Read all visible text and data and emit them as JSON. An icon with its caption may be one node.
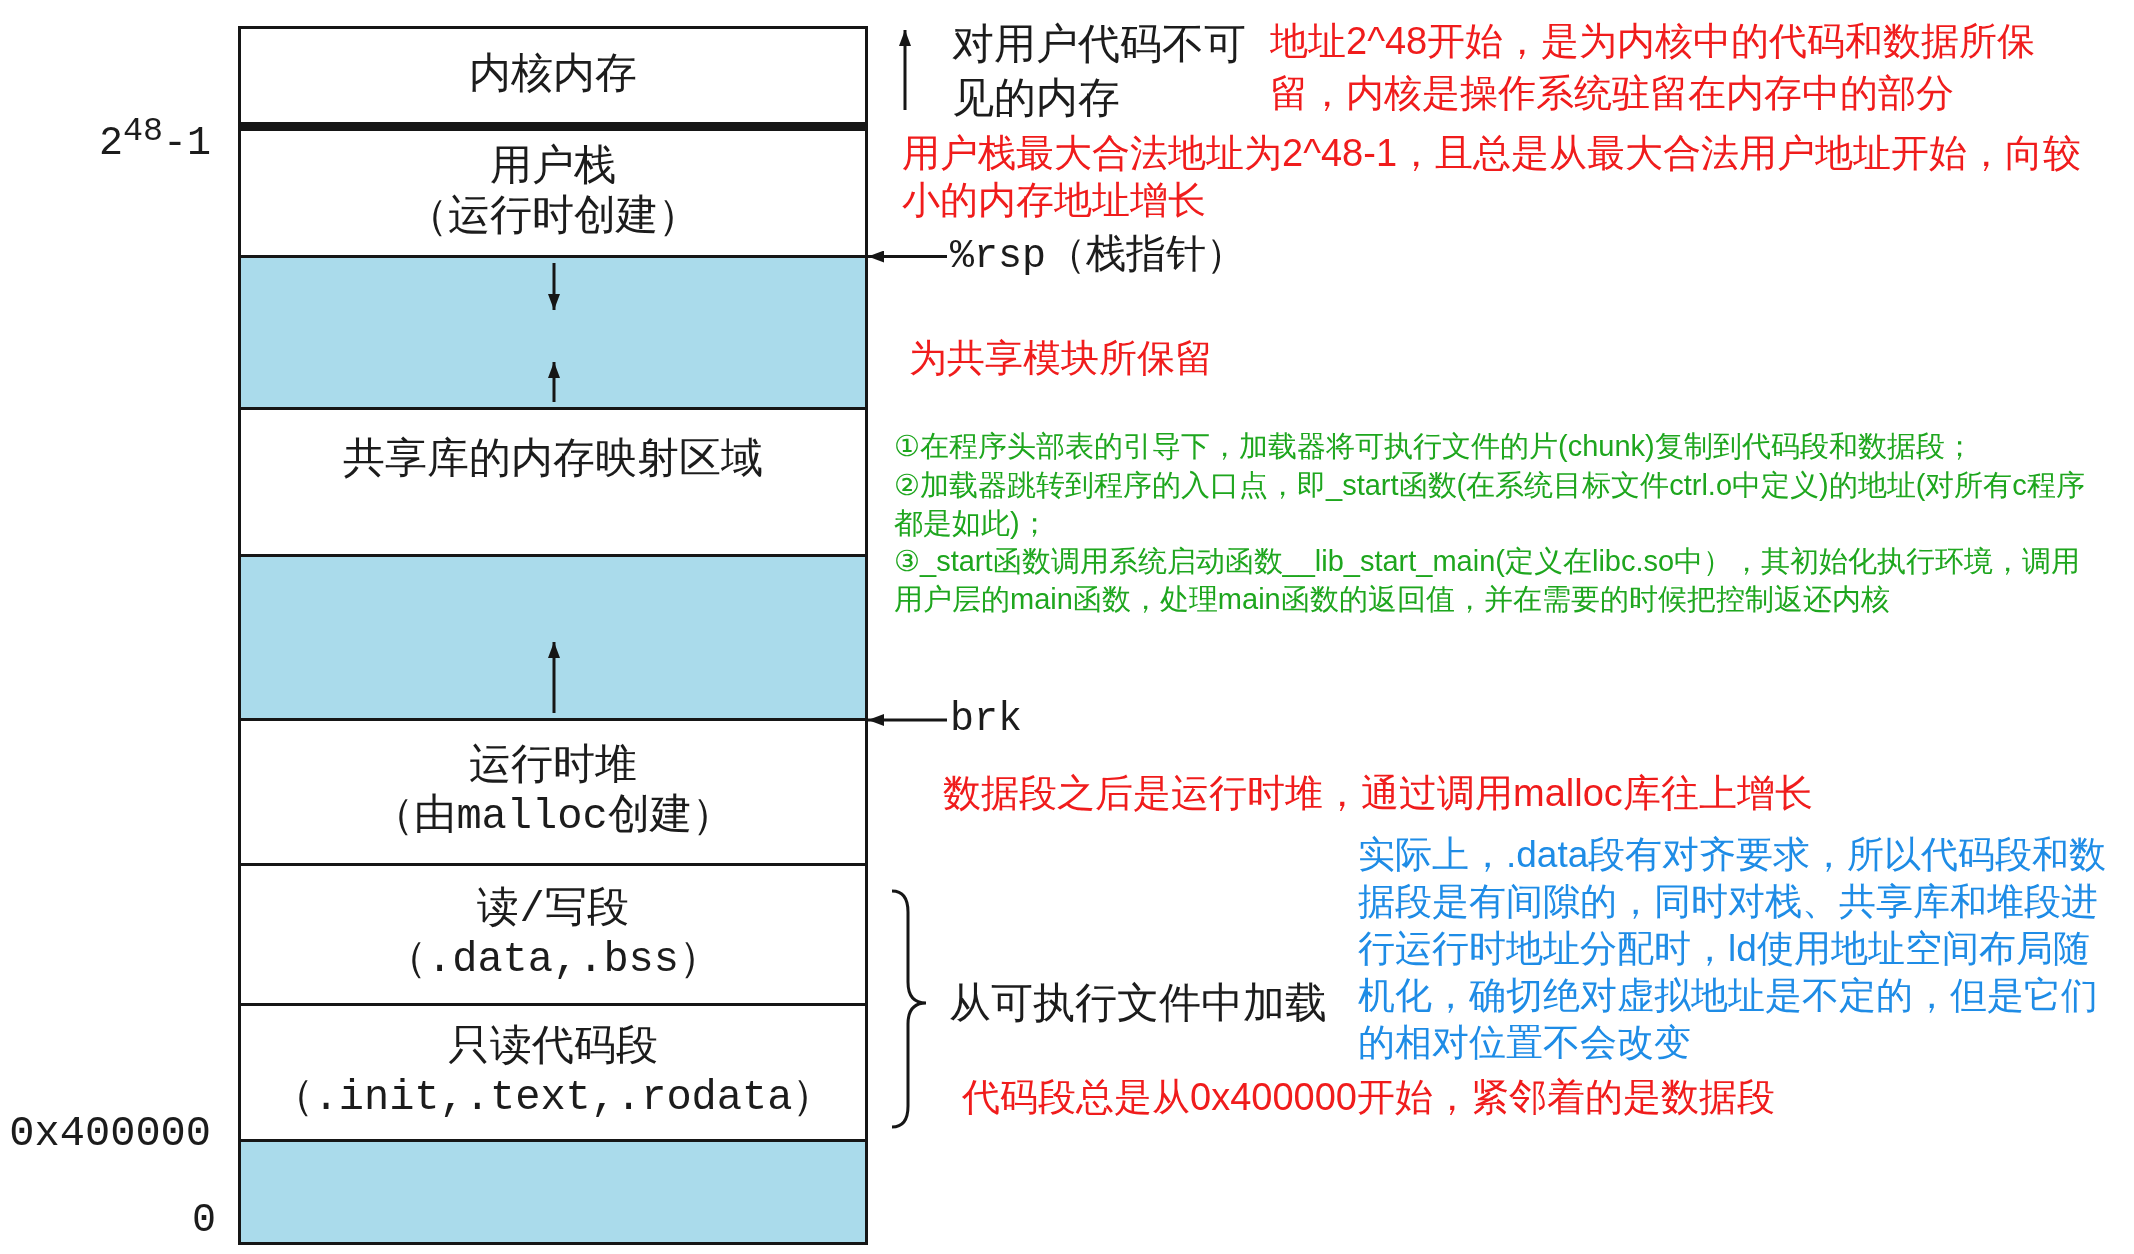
{
  "diagram": {
    "nodes": [
      {
        "text": [
          "内核内存"
        ],
        "beside": [
          "对用户代码不可见的内存"
        ]
      },
      {
        "text": [
          "用户栈",
          "（运行时创建）"
        ]
      },
      {
        "text": [],
        "shape": "box"
      },
      {
        "text": [
          "共享库的内存映射区域"
        ]
      },
      {
        "text": [],
        "shape": "box"
      },
      {
        "text": [
          "运行时堆",
          "（由malloc创建）"
        ]
      },
      {
        "text": [
          "读/写段",
          "（.data,.bss）"
        ]
      },
      {
        "text": [
          "只读代码段",
          "（.init,.text,.rodata）"
        ]
      },
      {
        "text": [],
        "shape": "box"
      },
      {
        "text": [
          "%rsp（栈指针）"
        ]
      },
      {
        "text": [
          "brk"
        ]
      }
    ],
    "edges": [
      {
        "from": 9,
        "to": 1,
        "arrow": "to"
      },
      {
        "from": 10,
        "to": 5,
        "arrow": "to"
      }
    ],
    "labels": [
      "地址2^48开始，是为内核中的代码和数据所保留，内核是操作系统驻留在内存中的部分",
      "2$^{48}$-1",
      "用户栈最大合法地址为2^48-1，且总是从最大合法用户地址开始，向较小的内存地址增长",
      "为共享模块所保留",
      "①在程序头部表的引导下，加载器将可执行文件的片(chunk)复制到代码段和数据段；",
      "②加载器跳转到程序的入口点，即_start函数(在系统目标文件ctrl.o中定义)的地址(对所有c程序都是如此)；",
      "③_start函数调用系统启动函数__lib_start_main(定义在libc.so中），其初始化执行环境，调用用户层的main函数，处理main函数的返回值，并在需要的时候把控制返还内核",
      "数据段之后是运行时堆，通过调用malloc库往上增长",
      "实际上，.data段有对齐要求，所以代码段和数据段是有间隙的，同时对栈、共享库和堆段进行运行时地址分配时，ld使用地址空间布局随机化，确切绝对虚拟地址是不定的，但是它们的相对位置不会改变",
      "从可执行文件中加载",
      "代码段总是从0x400000开始，紧邻着的是数据段",
      "0x400000",
      "0"
    ]
  }
}
